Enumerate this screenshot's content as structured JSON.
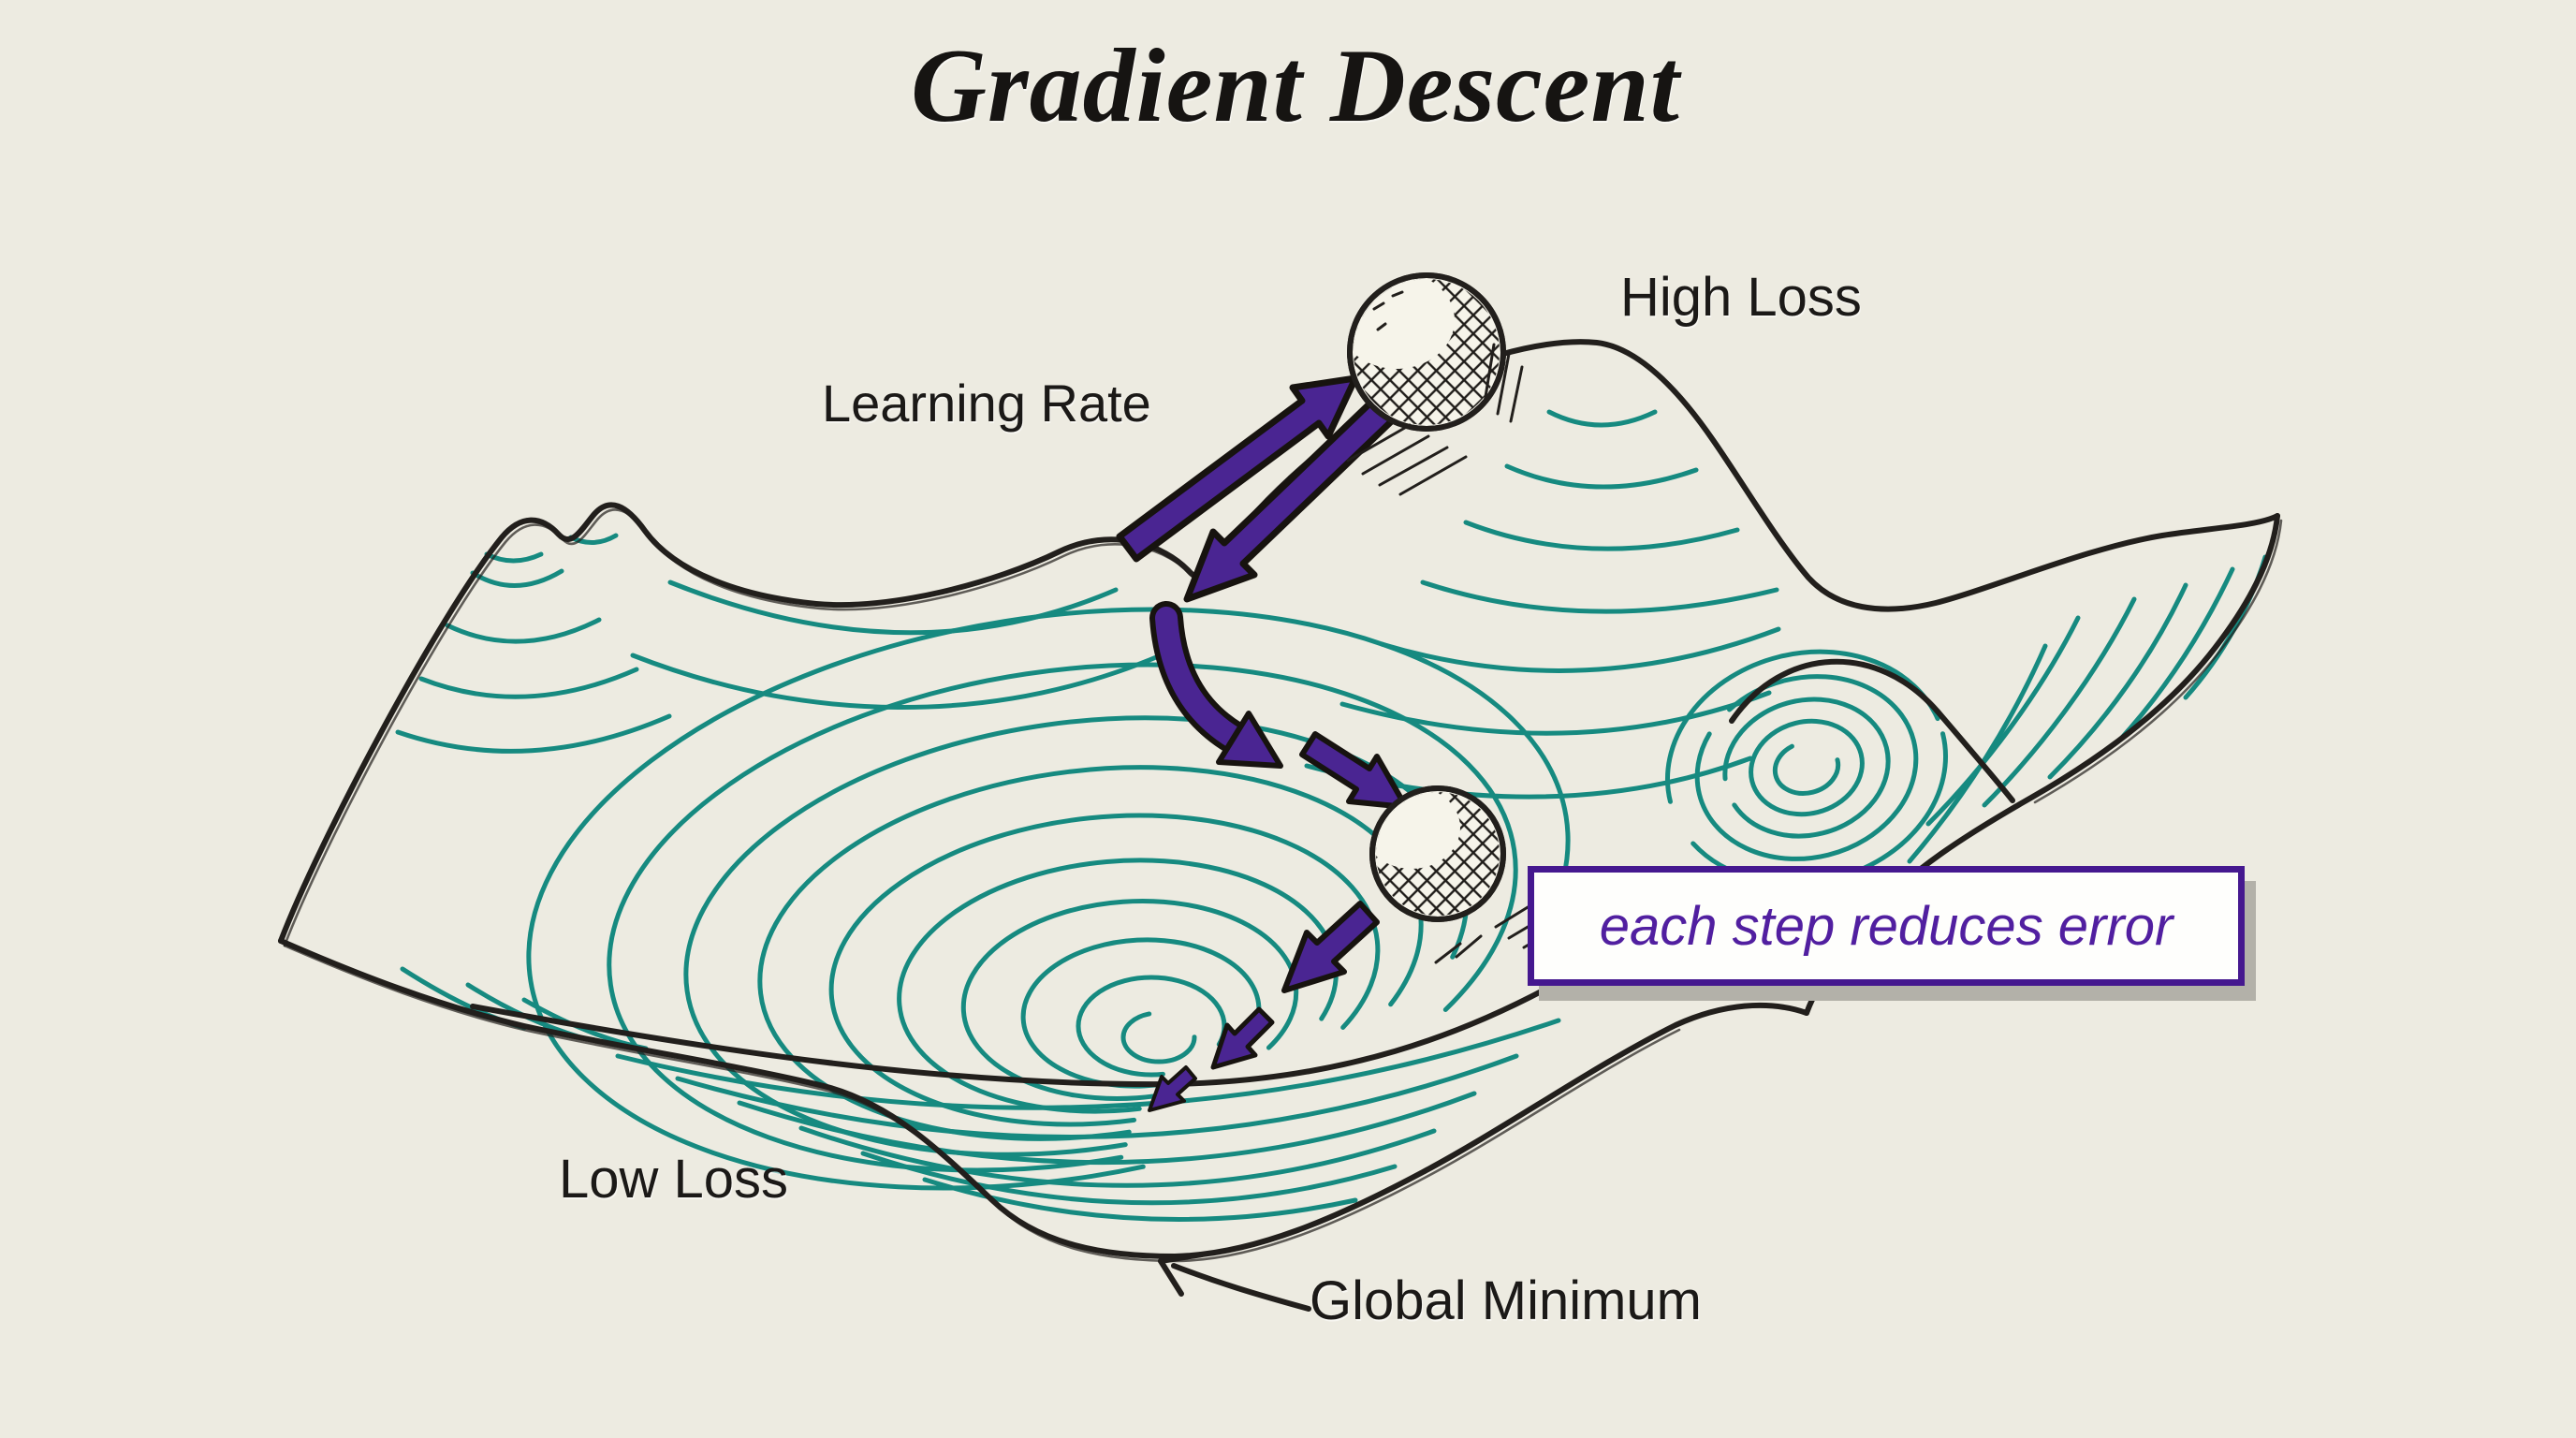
{
  "title": "Gradient Descent",
  "labels": {
    "learning_rate": "Learning Rate",
    "high_loss": "High Loss",
    "low_loss": "Low Loss",
    "global_minimum": "Global Minimum"
  },
  "callout": {
    "text": "each step reduces error"
  },
  "colors": {
    "background": "#edebe1",
    "ink": "#221f1c",
    "contour": "#168a80",
    "arrow_fill": "#4a2592",
    "arrow_outline": "#17130f",
    "callout_border": "#45188f",
    "callout_text": "#511fa0",
    "callout_bg": "#fefefc",
    "callout_shadow": "#b3b1a9",
    "label_text": "#1b1917",
    "ball_fill": "#f6f4ea"
  }
}
